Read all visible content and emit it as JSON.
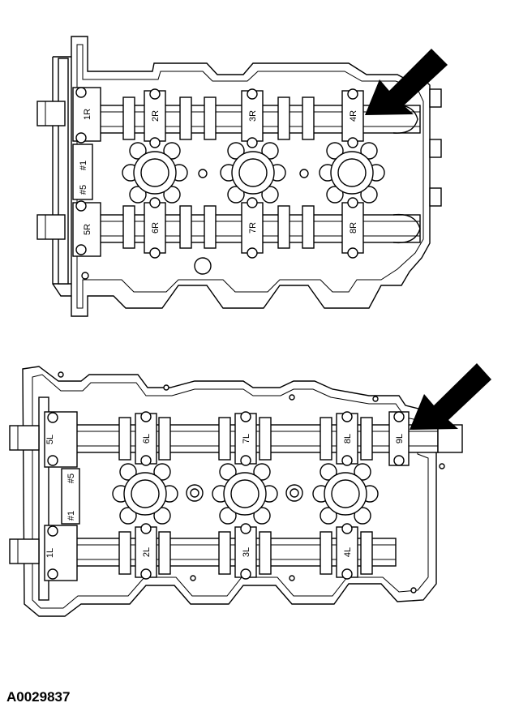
{
  "figure_id": "A0029837",
  "upper_head": {
    "cap_labels_top": [
      "1R",
      "2R",
      "3R",
      "4R"
    ],
    "cap_labels_bottom": [
      "5R",
      "6R",
      "7R",
      "8R"
    ],
    "cylinder_marks": [
      "#1",
      "#5"
    ]
  },
  "lower_head": {
    "cap_labels_top": [
      "5L",
      "6L",
      "7L",
      "8L",
      "9L"
    ],
    "cap_labels_bottom": [
      "1L",
      "2L",
      "3L",
      "4L"
    ],
    "cylinder_marks": [
      "#5",
      "#1"
    ]
  }
}
